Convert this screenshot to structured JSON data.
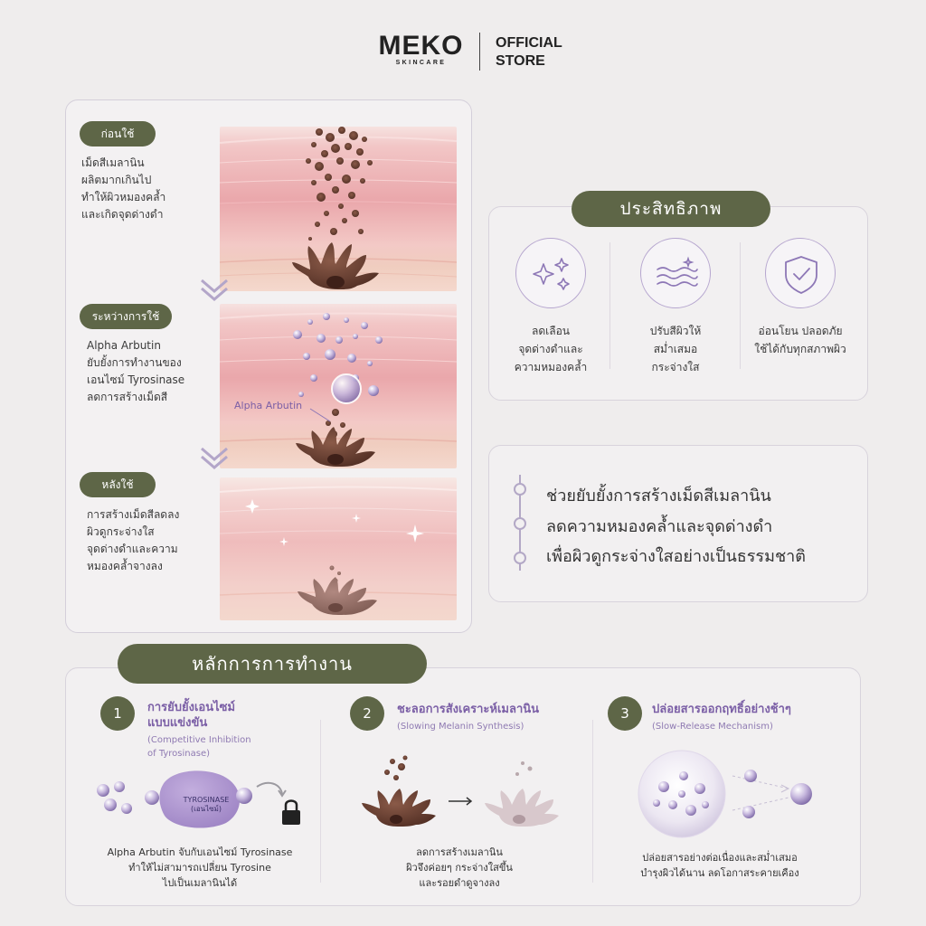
{
  "header": {
    "brand": "MEKO",
    "brand_sub": "SKINCARE",
    "store_line1": "OFFICIAL",
    "store_line2": "STORE"
  },
  "stages": [
    {
      "label": "ก่อนใช้",
      "lines": [
        "เม็ดสีเมลานิน",
        "ผลิตมากเกินไป",
        "ทำให้ผิวหมองคล้ำ",
        "และเกิดจุดด่างดำ"
      ]
    },
    {
      "label": "ระหว่างการใช้",
      "lines": [
        "Alpha Arbutin",
        "ยับยั้งการทำงานของ",
        "เอนไซม์ Tyrosinase",
        "ลดการสร้างเม็ดสี"
      ],
      "annotation": "Alpha Arbutin"
    },
    {
      "label": "หลังใช้",
      "lines": [
        "การสร้างเม็ดสีลดลง",
        "ผิวดูกระจ่างใส",
        "จุดด่างดำและความ",
        "หมองคล้ำจางลง"
      ]
    }
  ],
  "efficacy": {
    "title": "ประสิทธิภาพ",
    "items": [
      {
        "icon": "sparkle-icon",
        "lines": [
          "ลดเลือน",
          "จุดด่างดำและ",
          "ความหมองคล้ำ"
        ]
      },
      {
        "icon": "wave-icon",
        "lines": [
          "ปรับสีผิวให้",
          "สม่ำเสมอ",
          "กระจ่างใส"
        ]
      },
      {
        "icon": "shield-check-icon",
        "lines": [
          "อ่อนโยน ปลอดภัย",
          "ใช้ได้กับทุกสภาพผิว"
        ]
      }
    ]
  },
  "summary": {
    "lines": [
      "ช่วยยับยั้งการสร้างเม็ดสีเมลานิน",
      "ลดความหมองคล้ำและจุดด่างดำ",
      "เพื่อผิวดูกระจ่างใสอย่างเป็นธรรมชาติ"
    ]
  },
  "mechanisms": {
    "title": "หลักการการทำงาน",
    "items": [
      {
        "number": "1",
        "title_lines": [
          "การยับยั้งเอนไซม์",
          "แบบแข่งขัน"
        ],
        "sub_lines": [
          "(Competitive Inhibition",
          "of Tyrosinase)"
        ],
        "enzyme_label_1": "TYROSINASE",
        "enzyme_label_2": "(เอนไซม์)",
        "desc_lines": [
          "Alpha Arbutin จับกับเอนไซม์ Tyrosinase",
          "ทำให้ไม่สามารถเปลี่ยน Tyrosine",
          "ไปเป็นเมลานินได้"
        ]
      },
      {
        "number": "2",
        "title_lines": [
          "ชะลอการสังเคราะห์เมลานิน"
        ],
        "sub_lines": [
          "(Slowing Melanin Synthesis)"
        ],
        "desc_lines": [
          "ลดการสร้างเมลานิน",
          "ผิวจึงค่อยๆ กระจ่างใสขึ้น",
          "และรอยดำดูจางลง"
        ]
      },
      {
        "number": "3",
        "title_lines": [
          "ปล่อยสารออกฤทธิ์อย่างช้าๆ"
        ],
        "sub_lines": [
          "(Slow-Release Mechanism)"
        ],
        "desc_lines": [
          "ปล่อยสารอย่างต่อเนื่องและสม่ำเสมอ",
          "บำรุงผิวได้นาน ลดโอกาสระคายเคือง"
        ]
      }
    ]
  },
  "colors": {
    "olive": "#5e6647",
    "lavender": "#b6a6cf",
    "purple_text": "#7b5fa6",
    "melanin": "#6b4233"
  }
}
